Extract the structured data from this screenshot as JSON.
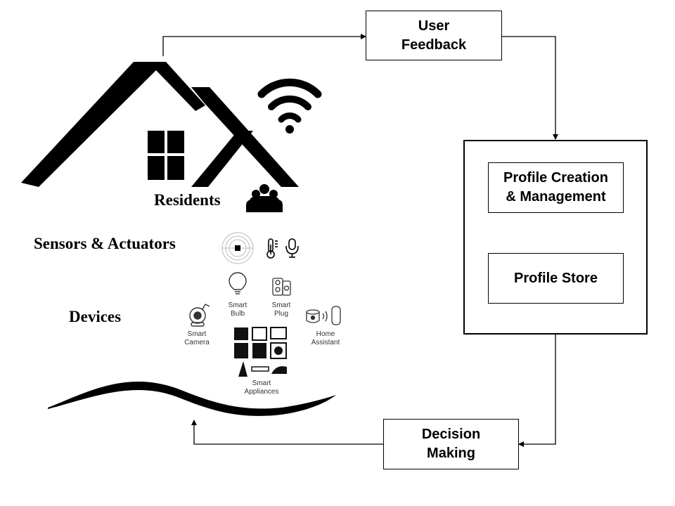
{
  "boxes": {
    "user_feedback": [
      "User",
      "Feedback"
    ],
    "profile_creation": [
      "Profile Creation",
      "& Management"
    ],
    "profile_store": "Profile Store",
    "decision_making": [
      "Decision",
      "Making"
    ]
  },
  "labels": {
    "residents": "Residents",
    "sensors_actuators": "Sensors & Actuators",
    "devices": "Devices"
  },
  "device_captions": {
    "smart_bulb": [
      "Smart",
      "Bulb"
    ],
    "smart_plug": [
      "Smart",
      "Plug"
    ],
    "smart_camera": [
      "Smart",
      "Camera"
    ],
    "home_assistant": [
      "Home",
      "Assistant"
    ],
    "smart_appliances": [
      "Smart",
      "Appliances"
    ]
  },
  "icons": [
    "house-roof-icon",
    "window-icon",
    "wifi-icon",
    "residents-icon",
    "motion-sensor-icon",
    "thermometer-icon",
    "microphone-icon",
    "bulb-icon",
    "plug-icon",
    "camera-icon",
    "home-assistant-icon",
    "appliances-icon",
    "ground-wave-icon"
  ]
}
